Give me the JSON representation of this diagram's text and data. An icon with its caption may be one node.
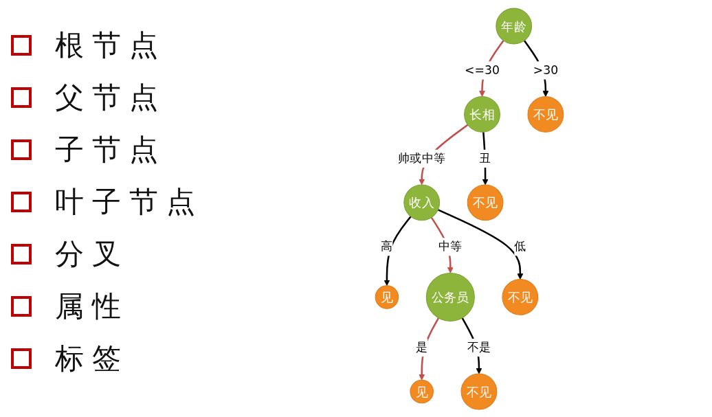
{
  "diagram": {
    "nodes": [
      {
        "text": [
          "年龄"
        ]
      },
      {
        "text": [
          "长相"
        ]
      },
      {
        "text": [
          "不见"
        ]
      },
      {
        "text": [
          "收入"
        ]
      },
      {
        "text": [
          "不见"
        ]
      },
      {
        "text": [
          "见"
        ]
      },
      {
        "text": [
          "公务员"
        ]
      },
      {
        "text": [
          "不见"
        ]
      },
      {
        "text": [
          "见"
        ]
      },
      {
        "text": [
          "不见"
        ]
      }
    ],
    "edges": [
      {
        "from": 0,
        "to": 1,
        "arrow": "to",
        "label": "<=30",
        "color": "#c0504d"
      },
      {
        "from": 0,
        "to": 2,
        "arrow": "to",
        "label": ">30"
      },
      {
        "from": 1,
        "to": 3,
        "arrow": "to",
        "label": "帅或中等",
        "color": "#c0504d"
      },
      {
        "from": 1,
        "to": 4,
        "arrow": "to",
        "label": "丑"
      },
      {
        "from": 3,
        "to": 5,
        "arrow": "to",
        "label": "高"
      },
      {
        "from": 3,
        "to": 6,
        "arrow": "to",
        "label": "中等",
        "color": "#c0504d"
      },
      {
        "from": 3,
        "to": 7,
        "arrow": "to",
        "label": "低"
      },
      {
        "from": 6,
        "to": 8,
        "arrow": "to",
        "label": "是",
        "color": "#c0504d"
      },
      {
        "from": 6,
        "to": 9,
        "arrow": "to",
        "label": "不是"
      }
    ],
    "labels": [
      "根节点",
      "父节点",
      "子节点",
      "叶子节点",
      "分叉",
      "属性",
      "标签"
    ]
  }
}
